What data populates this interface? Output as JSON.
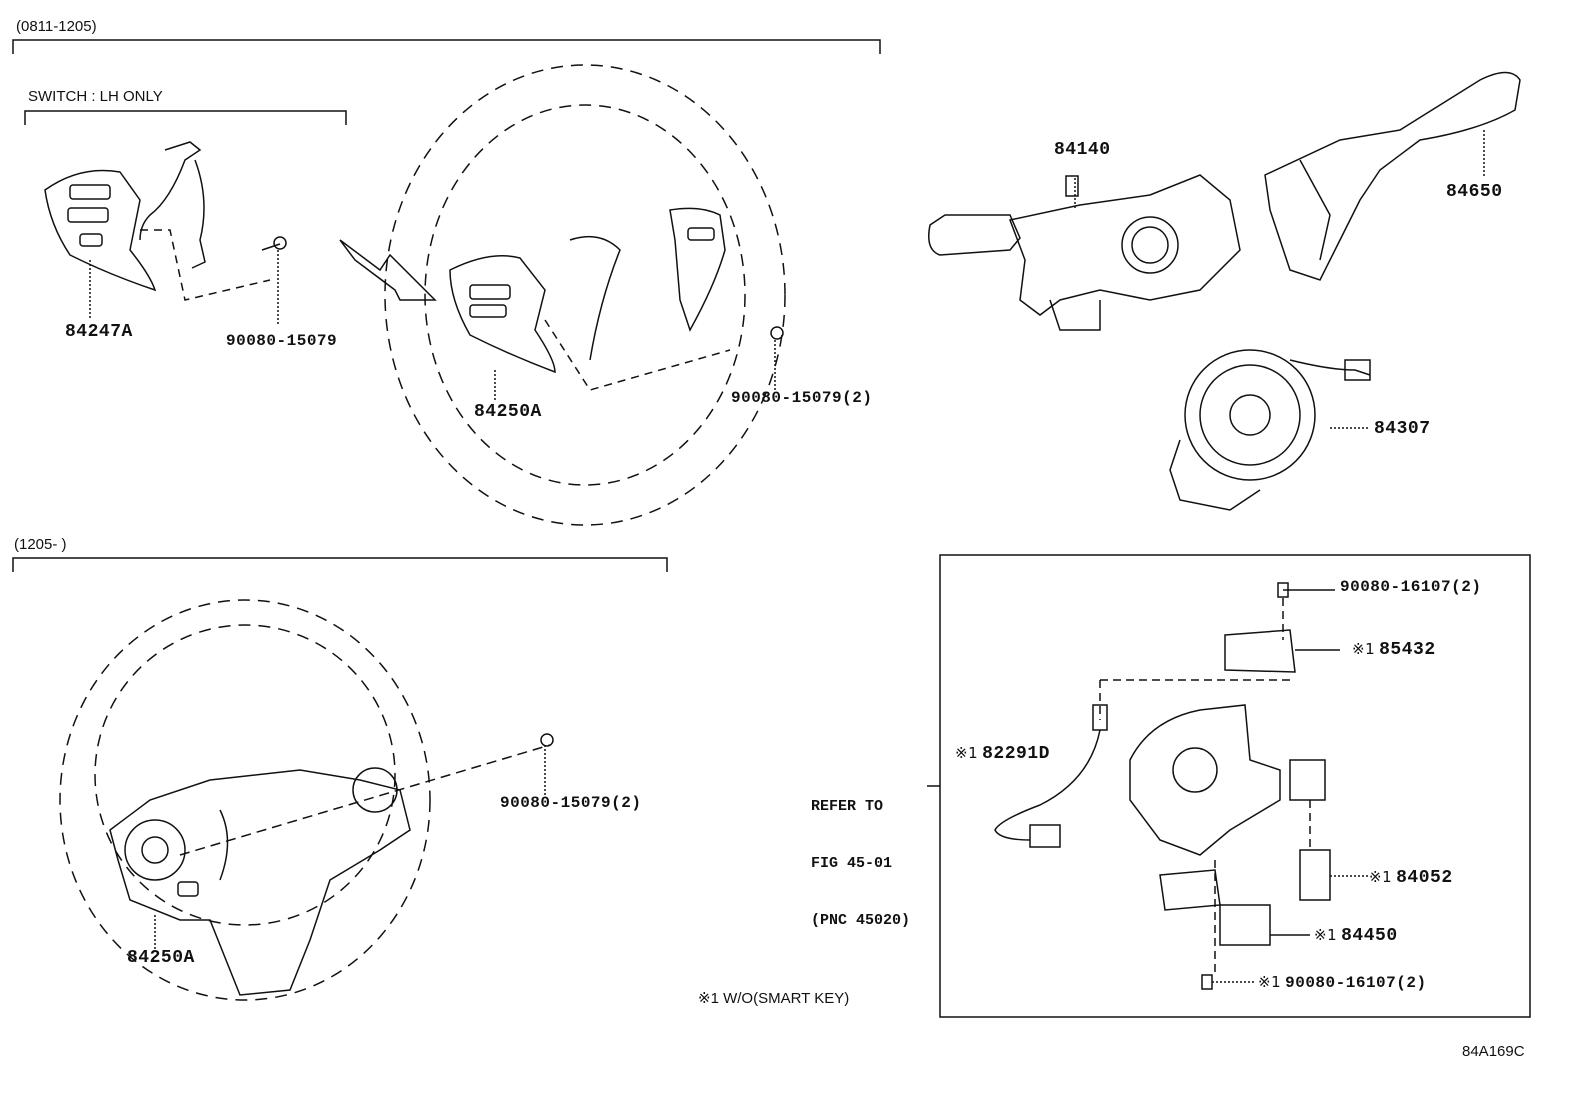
{
  "groups": {
    "early": {
      "range": "(0811-1205)",
      "switch_note": "SWITCH : LH ONLY"
    },
    "late": {
      "range": "(1205-       )"
    }
  },
  "parts": {
    "p84247A": "84247A",
    "p90080_15079_a": "90080-15079",
    "p84250A_early": "84250A",
    "p90080_15079_2_early": "90080-15079(2)",
    "p84140": "84140",
    "p84650": "84650",
    "p84307": "84307",
    "p84250A_late": "84250A",
    "p90080_15079_2_late": "90080-15079(2)",
    "p90080_16107_2_top": "90080-16107(2)",
    "p85432": "85432",
    "p82291D": "82291D",
    "p84052": "84052",
    "p84450": "84450",
    "p90080_16107_2_bottom": "90080-16107(2)"
  },
  "marker": "※1",
  "refer": {
    "line1": "REFER TO",
    "line2": "FIG 45-01",
    "line3": "(PNC 45020)"
  },
  "footnote": "※1 W/O(SMART KEY)",
  "figure_id": "84A169C"
}
